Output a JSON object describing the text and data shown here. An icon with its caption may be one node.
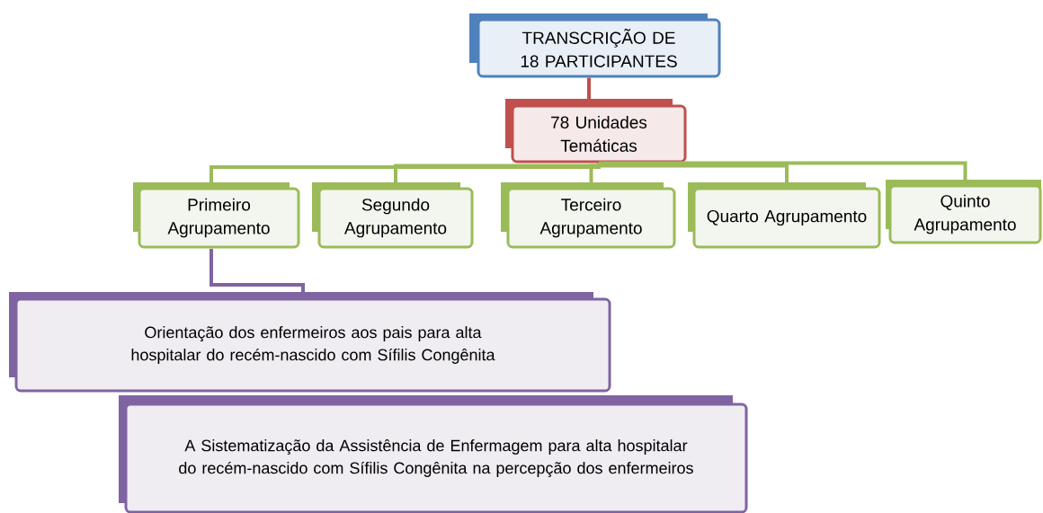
{
  "diagram": {
    "nodes": [
      {
        "text": [
          "TRANSCRIÇÃO DE 18 PARTICIPANTES"
        ]
      },
      {
        "text": [
          "78 Unidades Temáticas"
        ]
      },
      {
        "text": [
          "Primeiro Agrupamento"
        ]
      },
      {
        "text": [
          "Segundo Agrupamento"
        ]
      },
      {
        "text": [
          "Terceiro Agrupamento"
        ]
      },
      {
        "text": [
          "Quarto Agrupamento"
        ]
      },
      {
        "text": [
          "Quinto Agrupamento"
        ]
      },
      {
        "text": [
          "Orientação dos enfermeiros aos pais para alta hospitalar do recém-nascido com Sífilis Congênita"
        ]
      },
      {
        "text": [
          "A Sistematização da Assistência de Enfermagem para alta hospitalar do recém-nascido com Sífilis Congênita na percepção dos enfermeiros"
        ]
      }
    ],
    "edges": [
      {
        "from": 0,
        "to": 1,
        "arrow": "none",
        "color": "#c0504d"
      },
      {
        "from": 1,
        "to": 2,
        "arrow": "none"
      },
      {
        "from": 1,
        "to": 3,
        "arrow": "none"
      },
      {
        "from": 1,
        "to": 4,
        "arrow": "none"
      },
      {
        "from": 1,
        "to": 5,
        "arrow": "none"
      },
      {
        "from": 1,
        "to": 6,
        "arrow": "none"
      },
      {
        "from": 2,
        "to": 7,
        "arrow": "none",
        "color": "#8064a2"
      }
    ]
  }
}
